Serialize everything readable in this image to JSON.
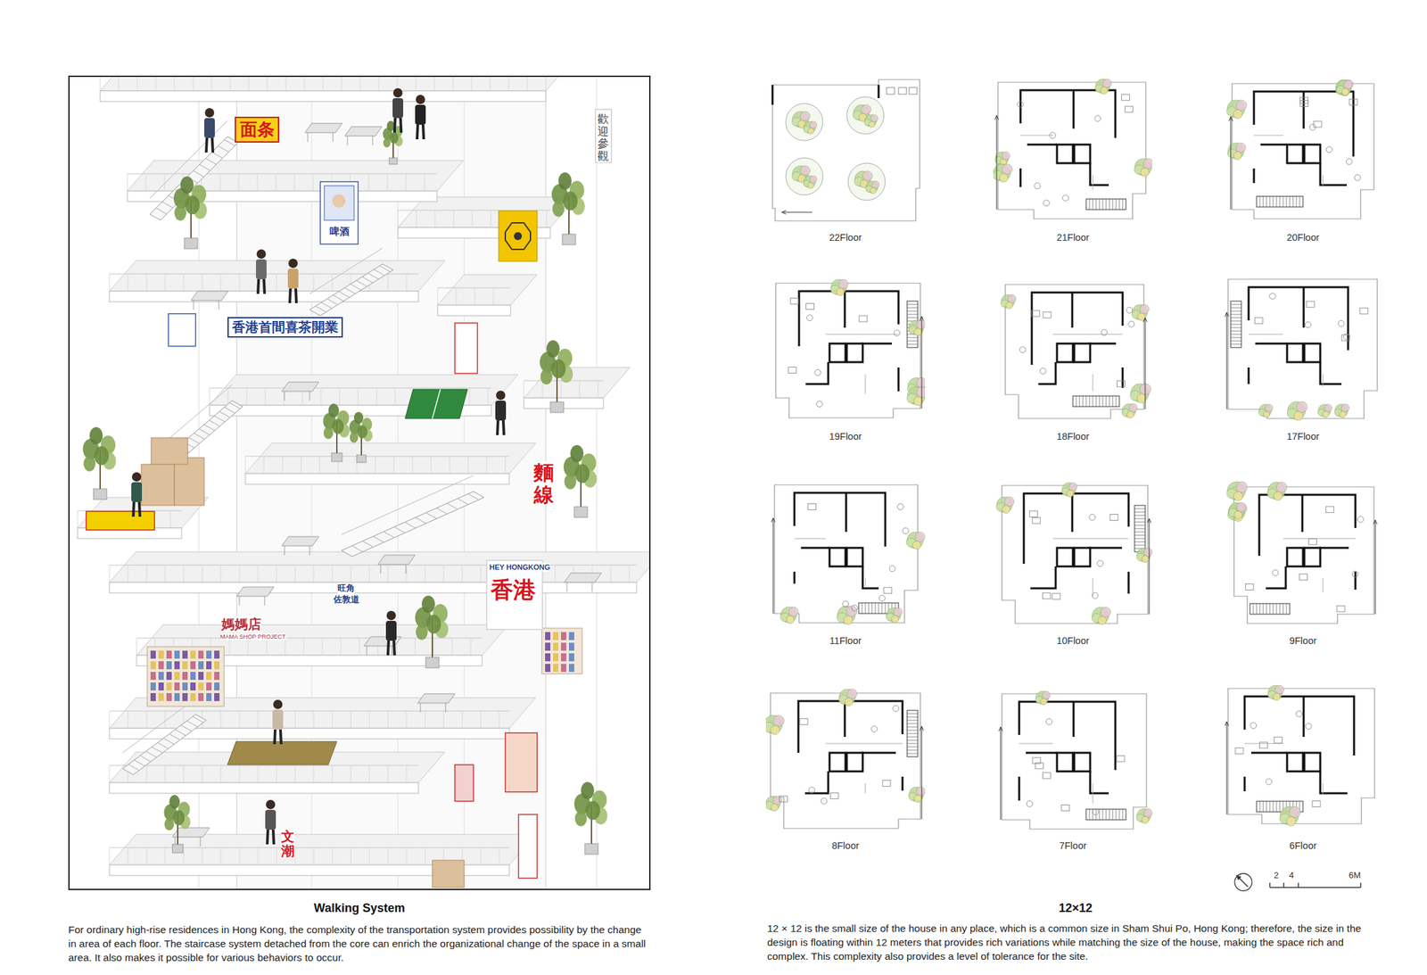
{
  "diagram": {
    "nodes": [
      {
        "text": [
          "Walking System",
          "For ordinary high-rise residences in Hong Kong, the complexity of the transportation system provides possibility by the change in area of each floor. The staircase system detached from the core can enrich the organizational change of the space in a small area. It also makes it possible for various behaviors to occur."
        ]
      },
      {
        "text": [
          "22Floor"
        ]
      },
      {
        "text": [
          "21Floor"
        ]
      },
      {
        "text": [
          "20Floor"
        ]
      },
      {
        "text": [
          "19Floor"
        ]
      },
      {
        "text": [
          "18Floor"
        ]
      },
      {
        "text": [
          "17Floor"
        ]
      },
      {
        "text": [
          "11Floor"
        ]
      },
      {
        "text": [
          "10Floor"
        ]
      },
      {
        "text": [
          "9Floor"
        ]
      },
      {
        "text": [
          "8Floor"
        ]
      },
      {
        "text": [
          "7Floor"
        ]
      },
      {
        "text": [
          "6Floor"
        ]
      }
    ],
    "labels": [
      "面条",
      "歡迎參觀",
      "啤酒",
      "香港首間喜茶開業",
      "麵線",
      "HEY HONGKONG",
      "香港",
      "旺角",
      "佐敦道",
      "媽媽店",
      "MAMA SHOP PROJECT",
      "文潮",
      "12×12",
      "12 × 12 is the small size of the house in any place, which is a common size in Sham Shui Po, Hong Kong; therefore, the size in the design is floating within 12 meters that provides rich variations while matching the size of the house, making the space rich and complex. This complexity also provides a level of tolerance for the site.",
      "2",
      "4",
      "6M"
    ]
  }
}
